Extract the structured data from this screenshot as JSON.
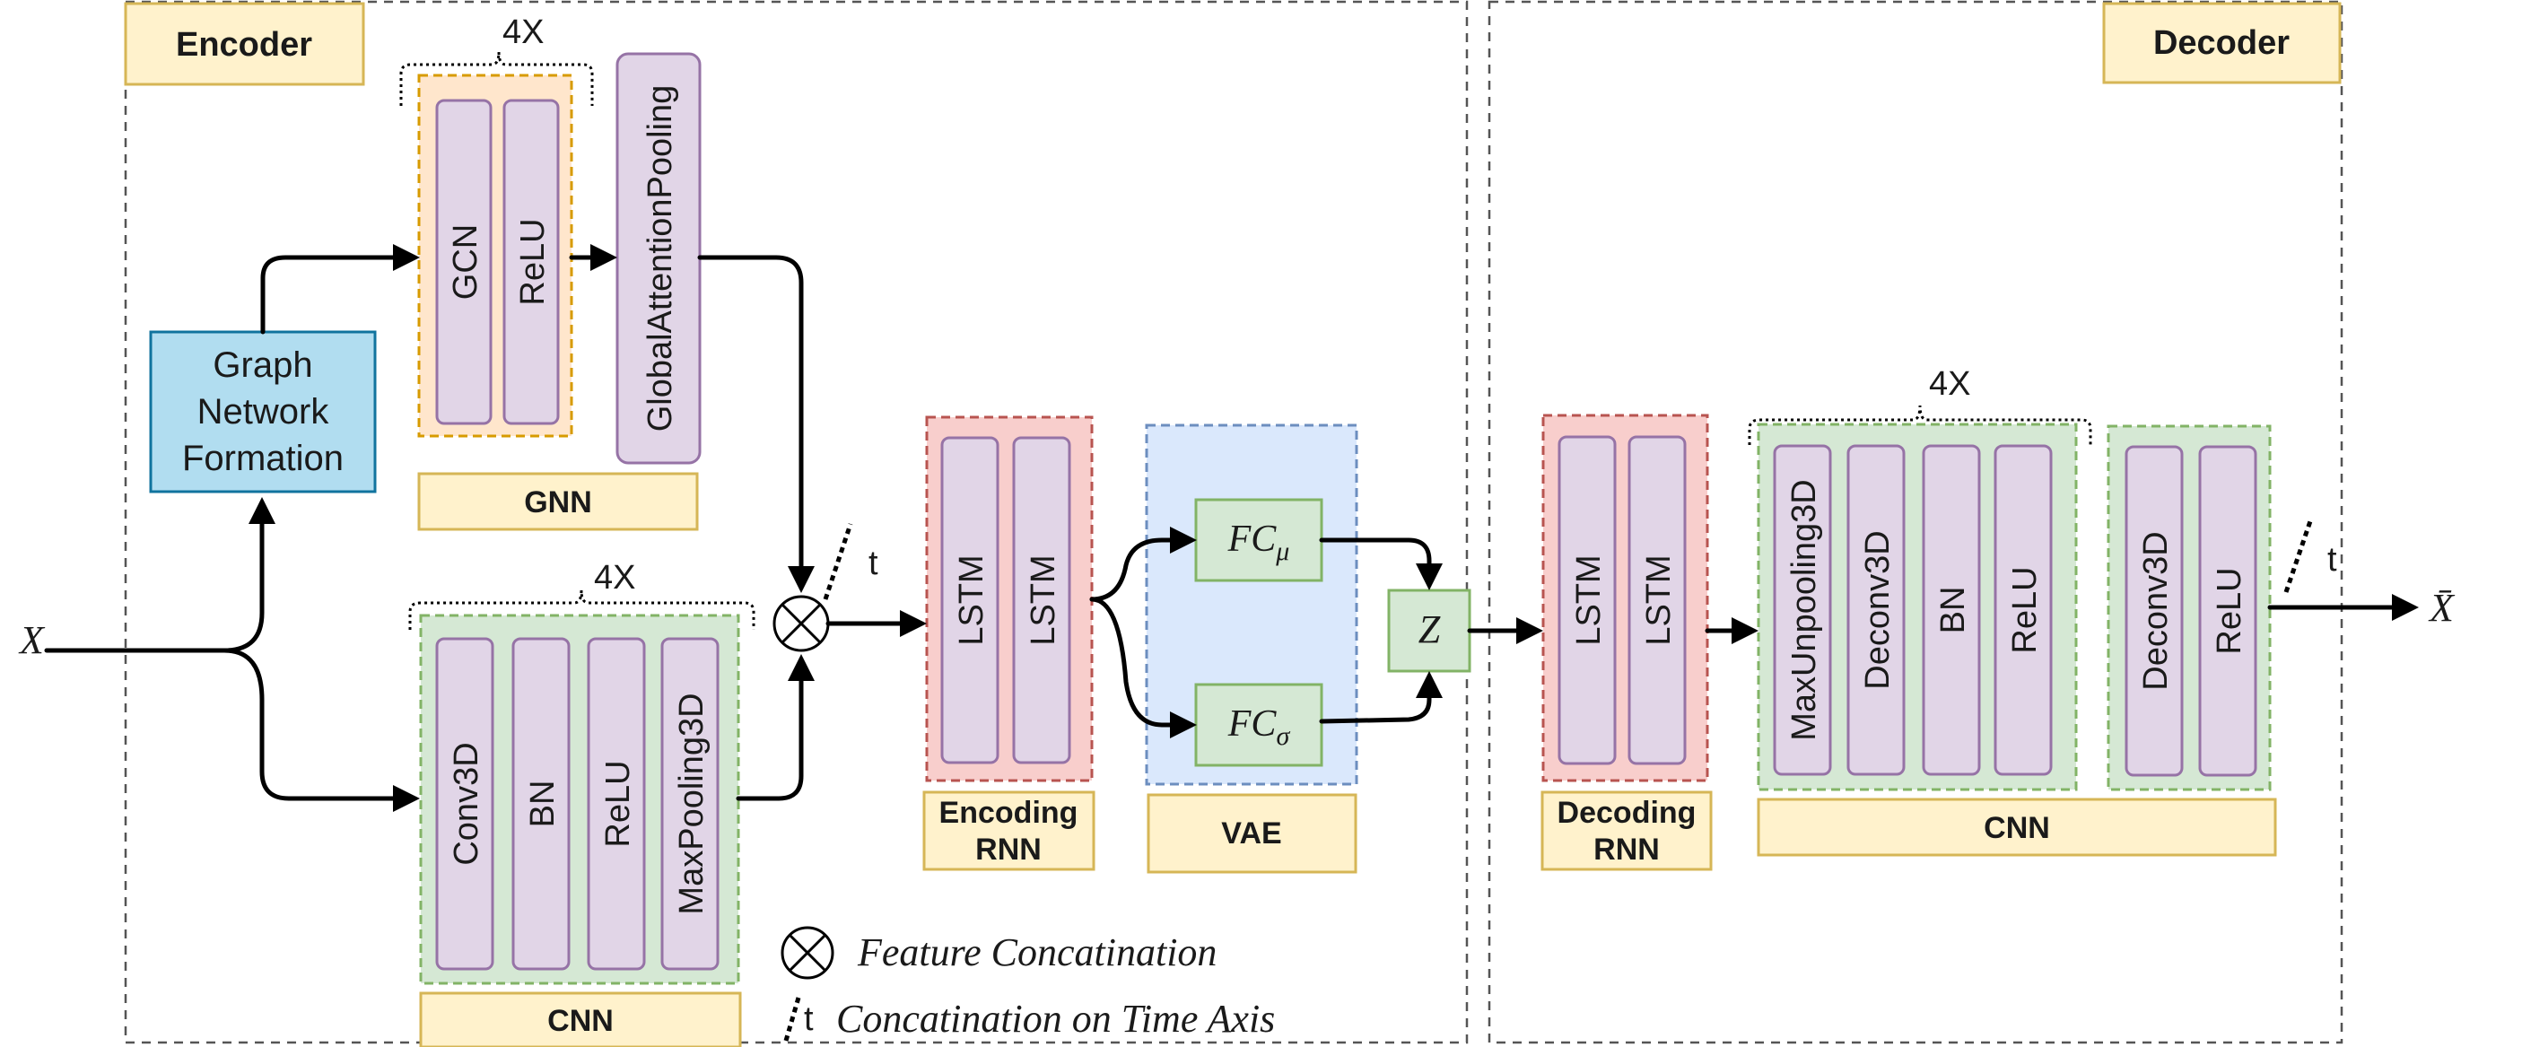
{
  "encoder": {
    "title": "Encoder",
    "input_label": "X",
    "graph_formation": [
      "Graph",
      "Network",
      "Formation"
    ],
    "gnn": {
      "layers": [
        "GCN",
        "ReLU"
      ],
      "repeat": "4X",
      "pooling": "GlobalAttentionPooling",
      "label": "GNN"
    },
    "cnn": {
      "layers": [
        "Conv3D",
        "BN",
        "ReLU",
        "MaxPooling3D"
      ],
      "repeat": "4X",
      "label": "CNN"
    },
    "concat_time_label": "t",
    "rnn": {
      "layers": [
        "LSTM",
        "LSTM"
      ],
      "label": [
        "Encoding",
        "RNN"
      ]
    },
    "vae": {
      "fc_mu": "FC",
      "mu_sub": "μ",
      "fc_sigma": "FC",
      "sigma_sub": "σ",
      "label": "VAE"
    },
    "latent": "Z"
  },
  "decoder": {
    "title": "Decoder",
    "rnn": {
      "layers": [
        "LSTM",
        "LSTM"
      ],
      "label": [
        "Decoding",
        "RNN"
      ]
    },
    "cnn_block": {
      "layers": [
        "MaxUnpooling3D",
        "Deconv3D",
        "BN",
        "ReLU"
      ],
      "repeat": "4X"
    },
    "cnn_tail": {
      "layers": [
        "Deconv3D",
        "ReLU"
      ]
    },
    "cnn_label": "CNN",
    "concat_time_label": "t",
    "output_label": "X̄"
  },
  "legend": {
    "feature_concat": "Feature Concatination",
    "time_concat_marker": "t",
    "time_concat": "Concatination on Time Axis"
  },
  "colors": {
    "layer_fill": "#e1d5e7",
    "layer_stroke": "#9673a6",
    "label_fill": "#fff2cc",
    "label_stroke": "#d6b656",
    "green_fill": "#d5e8d4",
    "green_stroke": "#82b366",
    "red_fill": "#f8cecc",
    "red_stroke": "#b85450",
    "blue_fill": "#dae8fc",
    "blue_stroke": "#6c8ebf",
    "orange_fill": "#ffe6cc",
    "orange_stroke": "#d79b00",
    "graph_fill": "#b1ddf0",
    "graph_stroke": "#10739e"
  }
}
